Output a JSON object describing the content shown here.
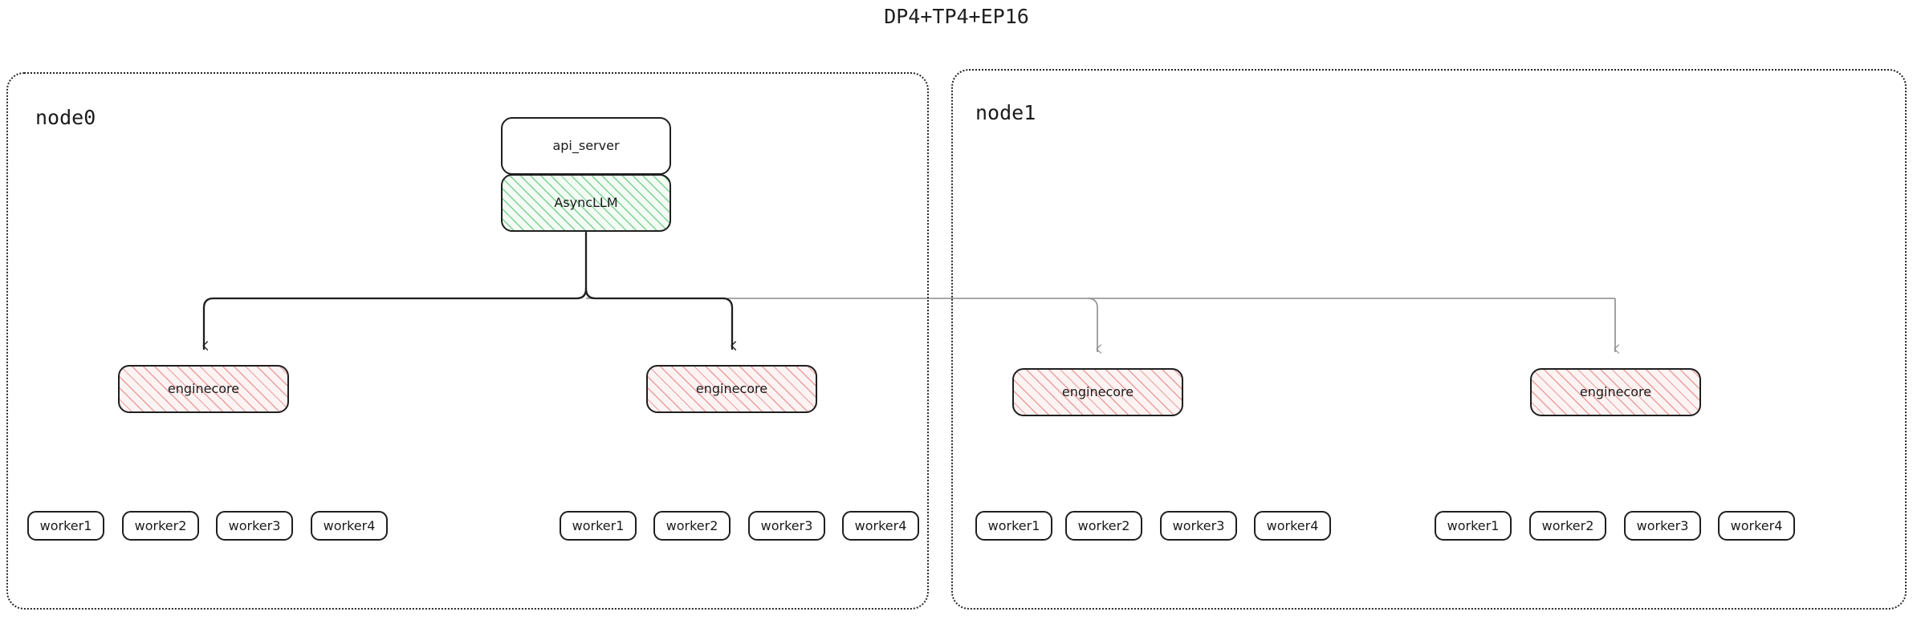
{
  "title": "DP4+TP4+EP16",
  "colors": {
    "node_border": "#262626",
    "box_border": "#1f1f1f",
    "async_hatch": "#6ac982",
    "engine_hatch": "#e28282",
    "edge_dark": "#1f1f1f",
    "edge_light": "#8c8c8c",
    "text": "#1a1a1a",
    "background": "#ffffff"
  },
  "nodes": [
    {
      "label": "node0",
      "boxes": {
        "api_server": "api_server",
        "async_llm": "AsyncLLM"
      },
      "enginecores": [
        {
          "label": "enginecore",
          "workers": [
            "worker1",
            "worker2",
            "worker3",
            "worker4"
          ]
        },
        {
          "label": "enginecore",
          "workers": [
            "worker1",
            "worker2",
            "worker3",
            "worker4"
          ]
        }
      ]
    },
    {
      "label": "node1",
      "enginecores": [
        {
          "label": "enginecore",
          "workers": [
            "worker1",
            "worker2",
            "worker3",
            "worker4"
          ]
        },
        {
          "label": "enginecore",
          "workers": [
            "worker1",
            "worker2",
            "worker3",
            "worker4"
          ]
        }
      ]
    }
  ]
}
